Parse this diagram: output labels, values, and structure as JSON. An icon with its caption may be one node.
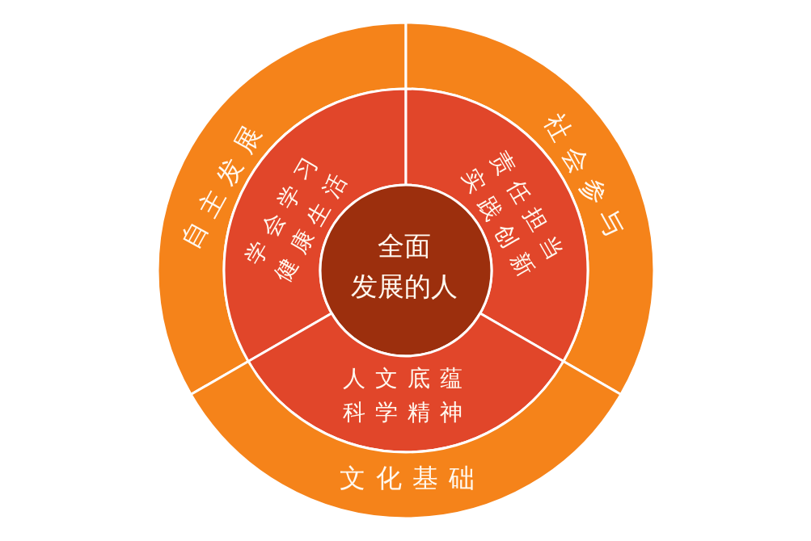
{
  "diagram": {
    "nodes": [
      {
        "text": [
          "自主发展"
        ]
      },
      {
        "text": [
          "社会参与"
        ]
      },
      {
        "text": [
          "学会学习",
          "健康生活"
        ]
      },
      {
        "text": [
          "责任担当",
          "实践创新"
        ]
      },
      {
        "text": [
          "全面发展的人"
        ]
      },
      {
        "text": [
          "人文底蕴",
          "科学精神"
        ]
      },
      {
        "text": [
          "文化基础"
        ]
      }
    ]
  }
}
